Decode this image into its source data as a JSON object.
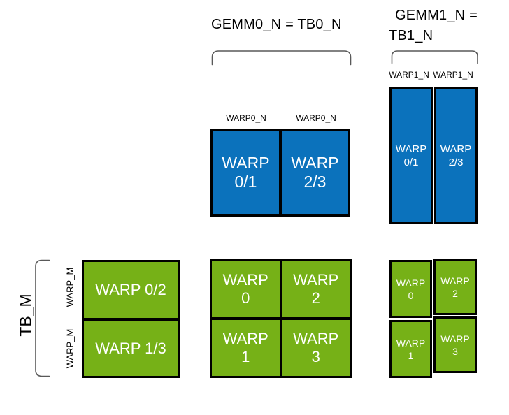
{
  "colors": {
    "blue": "#0B72BC",
    "green": "#76B117",
    "border": "#000000",
    "bracket": "#595959",
    "box_text": "#FFFFFF",
    "label_text": "#000000",
    "background": "#FFFFFF"
  },
  "titles": {
    "gemm0": "GEMM0_N = TB0_N",
    "gemm1_line1": "GEMM1_N =",
    "gemm1_line2": "TB1_N"
  },
  "axis_labels": {
    "warp0_n": "WARP0_N",
    "warp1_n": "WARP1_N",
    "warp_m": "WARP_M",
    "tb_m": "TB_M"
  },
  "gemm0_accum": {
    "cells": [
      {
        "l1": "WARP",
        "l2": "0/1"
      },
      {
        "l1": "WARP",
        "l2": "2/3"
      }
    ]
  },
  "gemm1_accum": {
    "cells": [
      {
        "l1": "WARP",
        "l2": "0/1"
      },
      {
        "l1": "WARP",
        "l2": "2/3"
      }
    ]
  },
  "left_tile": {
    "rows": [
      "WARP 0/2",
      "WARP 1/3"
    ]
  },
  "center_tile": {
    "cells": [
      {
        "l1": "WARP",
        "l2": "0"
      },
      {
        "l1": "WARP",
        "l2": "2"
      },
      {
        "l1": "WARP",
        "l2": "1"
      },
      {
        "l1": "WARP",
        "l2": "3"
      }
    ]
  },
  "right_tile": {
    "columns": [
      {
        "cells": [
          {
            "l1": "WARP",
            "l2": "0"
          },
          {
            "l1": "WARP",
            "l2": "1"
          }
        ]
      },
      {
        "cells": [
          {
            "l1": "WARP",
            "l2": "2"
          },
          {
            "l1": "WARP",
            "l2": "3"
          }
        ]
      }
    ]
  }
}
